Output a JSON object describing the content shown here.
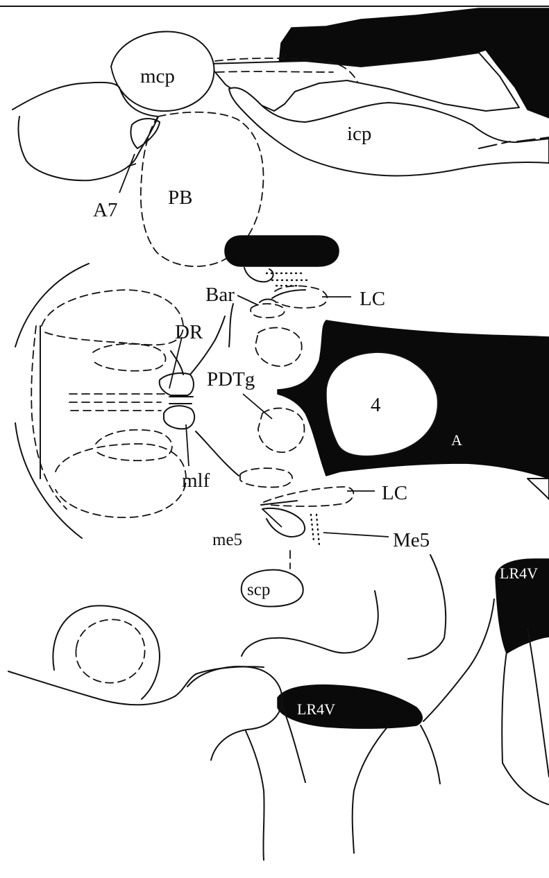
{
  "labels": {
    "mcp": "mcp",
    "icp": "icp",
    "a7": "A7",
    "pb": "PB",
    "bar": "Bar",
    "lc_upper": "LC",
    "dr": "DR",
    "pdtg": "PDTg",
    "ventricle_4": "4",
    "lateral_recess_a": "A",
    "mlf": "mlf",
    "lc_lower": "LC",
    "me5_tract": "me5",
    "me5_nucleus": "Me5",
    "scp": "scp",
    "lr4v_right": "LR4V",
    "lr4v_bottom": "LR4V"
  },
  "colors": {
    "ink": "#111111",
    "fill_black": "#0a0a0a",
    "paper": "#ffffff"
  }
}
